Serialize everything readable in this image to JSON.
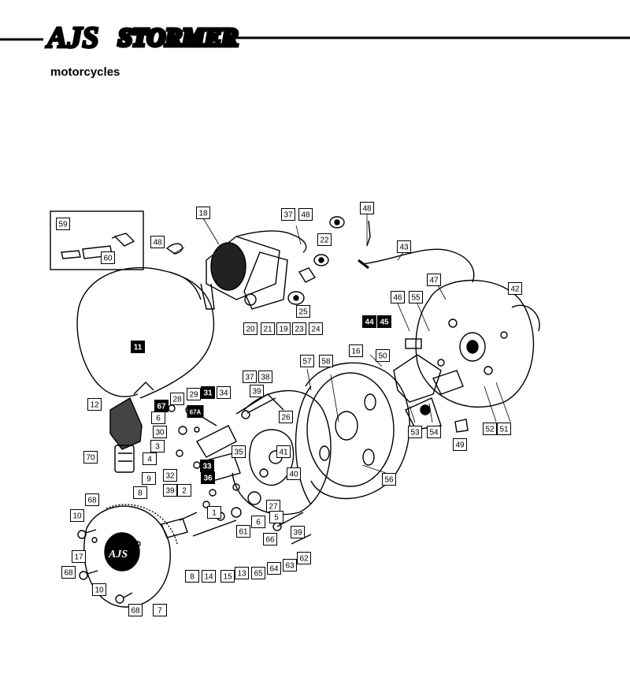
{
  "header": {
    "logo_text": "AJS",
    "model_name": "STORMER",
    "subtitle": "motorcycles"
  },
  "callouts": [
    {
      "id": "59",
      "style": "box"
    },
    {
      "id": "60",
      "style": "box"
    },
    {
      "id": "48",
      "style": "box"
    },
    {
      "id": "18",
      "style": "box"
    },
    {
      "id": "37",
      "style": "box"
    },
    {
      "id": "48",
      "style": "box"
    },
    {
      "id": "22",
      "style": "box"
    },
    {
      "id": "48",
      "style": "box"
    },
    {
      "id": "43",
      "style": "box"
    },
    {
      "id": "20",
      "style": "box"
    },
    {
      "id": "21",
      "style": "box"
    },
    {
      "id": "19",
      "style": "box"
    },
    {
      "id": "23",
      "style": "box"
    },
    {
      "id": "24",
      "style": "box"
    },
    {
      "id": "25",
      "style": "box"
    },
    {
      "id": "11",
      "style": "inverse"
    },
    {
      "id": "42",
      "style": "box"
    },
    {
      "id": "47",
      "style": "box"
    },
    {
      "id": "46",
      "style": "box"
    },
    {
      "id": "55",
      "style": "box"
    },
    {
      "id": "44",
      "style": "inverse"
    },
    {
      "id": "45",
      "style": "inverse"
    },
    {
      "id": "16",
      "style": "box"
    },
    {
      "id": "50",
      "style": "box"
    },
    {
      "id": "57",
      "style": "box"
    },
    {
      "id": "58",
      "style": "box"
    },
    {
      "id": "37",
      "style": "box"
    },
    {
      "id": "38",
      "style": "box"
    },
    {
      "id": "39",
      "style": "box"
    },
    {
      "id": "12",
      "style": "box"
    },
    {
      "id": "28",
      "style": "box"
    },
    {
      "id": "29",
      "style": "box"
    },
    {
      "id": "31",
      "style": "inverse"
    },
    {
      "id": "34",
      "style": "box"
    },
    {
      "id": "67",
      "style": "inverse"
    },
    {
      "id": "6",
      "style": "box"
    },
    {
      "id": "67A",
      "style": "inverse"
    },
    {
      "id": "30",
      "style": "box"
    },
    {
      "id": "26",
      "style": "box"
    },
    {
      "id": "3",
      "style": "box"
    },
    {
      "id": "35",
      "style": "box"
    },
    {
      "id": "41",
      "style": "box"
    },
    {
      "id": "70",
      "style": "box"
    },
    {
      "id": "4",
      "style": "box"
    },
    {
      "id": "33",
      "style": "inverse"
    },
    {
      "id": "32",
      "style": "box"
    },
    {
      "id": "36",
      "style": "inverse"
    },
    {
      "id": "40",
      "style": "box"
    },
    {
      "id": "9",
      "style": "box"
    },
    {
      "id": "8",
      "style": "box"
    },
    {
      "id": "39",
      "style": "box"
    },
    {
      "id": "2",
      "style": "box"
    },
    {
      "id": "1",
      "style": "box"
    },
    {
      "id": "27",
      "style": "box"
    },
    {
      "id": "68",
      "style": "box"
    },
    {
      "id": "10",
      "style": "box"
    },
    {
      "id": "5",
      "style": "box"
    },
    {
      "id": "6",
      "style": "box"
    },
    {
      "id": "61",
      "style": "box"
    },
    {
      "id": "66",
      "style": "box"
    },
    {
      "id": "39",
      "style": "box"
    },
    {
      "id": "17",
      "style": "box"
    },
    {
      "id": "62",
      "style": "box"
    },
    {
      "id": "63",
      "style": "box"
    },
    {
      "id": "64",
      "style": "box"
    },
    {
      "id": "65",
      "style": "box"
    },
    {
      "id": "13",
      "style": "box"
    },
    {
      "id": "15",
      "style": "box"
    },
    {
      "id": "14",
      "style": "box"
    },
    {
      "id": "8",
      "style": "box"
    },
    {
      "id": "68",
      "style": "box"
    },
    {
      "id": "10",
      "style": "box"
    },
    {
      "id": "68",
      "style": "box"
    },
    {
      "id": "7",
      "style": "box"
    },
    {
      "id": "53",
      "style": "box"
    },
    {
      "id": "54",
      "style": "box"
    },
    {
      "id": "56",
      "style": "box"
    },
    {
      "id": "52",
      "style": "box"
    },
    {
      "id": "51",
      "style": "box"
    },
    {
      "id": "49",
      "style": "box"
    }
  ]
}
